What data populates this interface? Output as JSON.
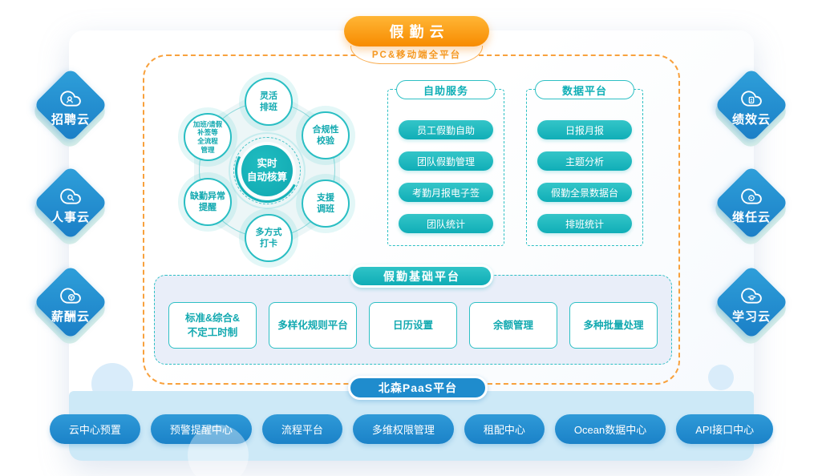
{
  "banner": {
    "title": "假勤云",
    "subtitle": "PC&移动端全平台"
  },
  "left_clouds": [
    {
      "label": "招聘云",
      "icon": "recruiting-cloud-icon"
    },
    {
      "label": "人事云",
      "icon": "hr-cloud-icon"
    },
    {
      "label": "薪酬云",
      "icon": "payroll-cloud-icon"
    }
  ],
  "right_clouds": [
    {
      "label": "绩效云",
      "icon": "performance-cloud-icon"
    },
    {
      "label": "继任云",
      "icon": "succession-cloud-icon"
    },
    {
      "label": "学习云",
      "icon": "learning-cloud-icon"
    }
  ],
  "core": {
    "center": "实时\n自动核算",
    "satellites": [
      "灵活\n排班",
      "合规性\n校验",
      "支援\n调班",
      "多方式\n打卡",
      "缺勤异常\n提醒",
      "加班/请假\n补签等\n全流程\n管理"
    ]
  },
  "self_service": {
    "title": "自助服务",
    "items": [
      "员工假勤自助",
      "团队假勤管理",
      "考勤月报电子签",
      "团队统计"
    ]
  },
  "data_platform": {
    "title": "数据平台",
    "items": [
      "日报月报",
      "主题分析",
      "假勤全景数据台",
      "排班统计"
    ]
  },
  "base_platform": {
    "title": "假勤基础平台",
    "items": [
      "标准&综合&\n不定工时制",
      "多样化规则平台",
      "日历设置",
      "余额管理",
      "多种批量处理"
    ]
  },
  "paas": {
    "title": "北森PaaS平台",
    "items": [
      "云中心预置",
      "预警提醒中心",
      "流程平台",
      "多维权限管理",
      "租配中心",
      "Ocean数据中心",
      "API接口中心"
    ]
  },
  "colors": {
    "teal": "#10aeb7",
    "blue": "#1f8ccd",
    "orange": "#f78b00",
    "orange_text": "#f59a23",
    "band": "#cde9f7",
    "diamond_blue": "#1f8ccd",
    "diamond_mint": "#d8efe9"
  }
}
